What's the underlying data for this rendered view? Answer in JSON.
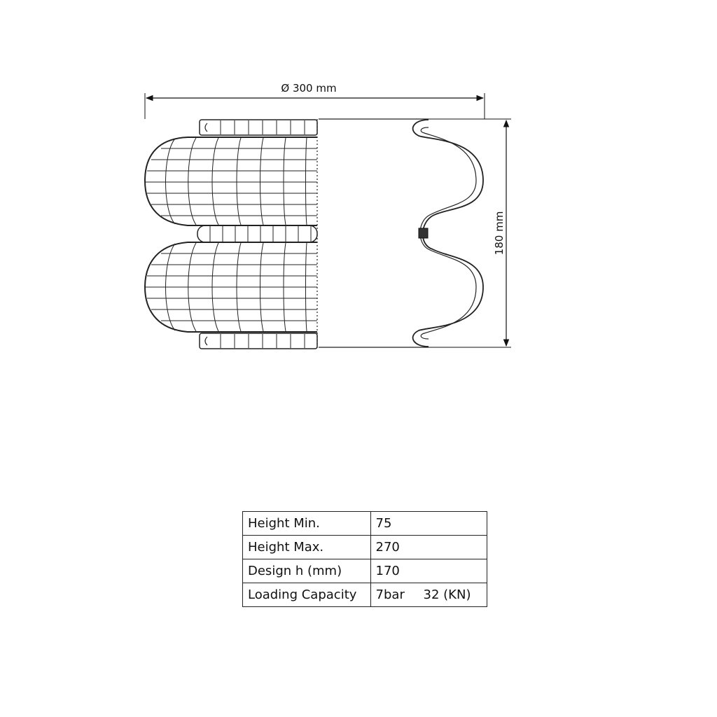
{
  "drawing": {
    "diameter_label": "Ø 300 mm",
    "height_label": "180 mm"
  },
  "specs": {
    "rows": [
      {
        "label": "Height Min.",
        "value": "75"
      },
      {
        "label": "Height Max.",
        "value": "270"
      },
      {
        "label": "Design h (mm)",
        "value": "170"
      }
    ],
    "loading": {
      "label": "Loading Capacity",
      "pressure": "7bar",
      "capacity": "32 (KN)"
    }
  }
}
